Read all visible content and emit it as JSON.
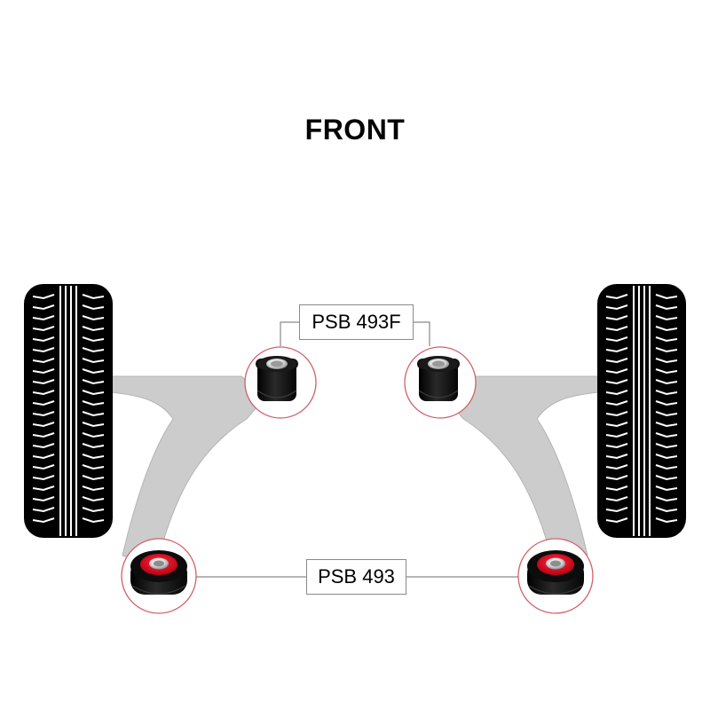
{
  "diagram": {
    "heading": "FRONT",
    "upper_bush_part": "PSB 493F",
    "lower_bush_part": "PSB 493"
  },
  "colors": {
    "tyre": "#000000",
    "arm": "#cccccc",
    "callout_ring": "#d0606a",
    "bush_poly_red": "#e1001a",
    "bush_black": "#111111",
    "leader_line": "#8a8a8a"
  },
  "icons": {
    "tyre": "tyre-tread-icon",
    "bush": "bush-icon"
  }
}
